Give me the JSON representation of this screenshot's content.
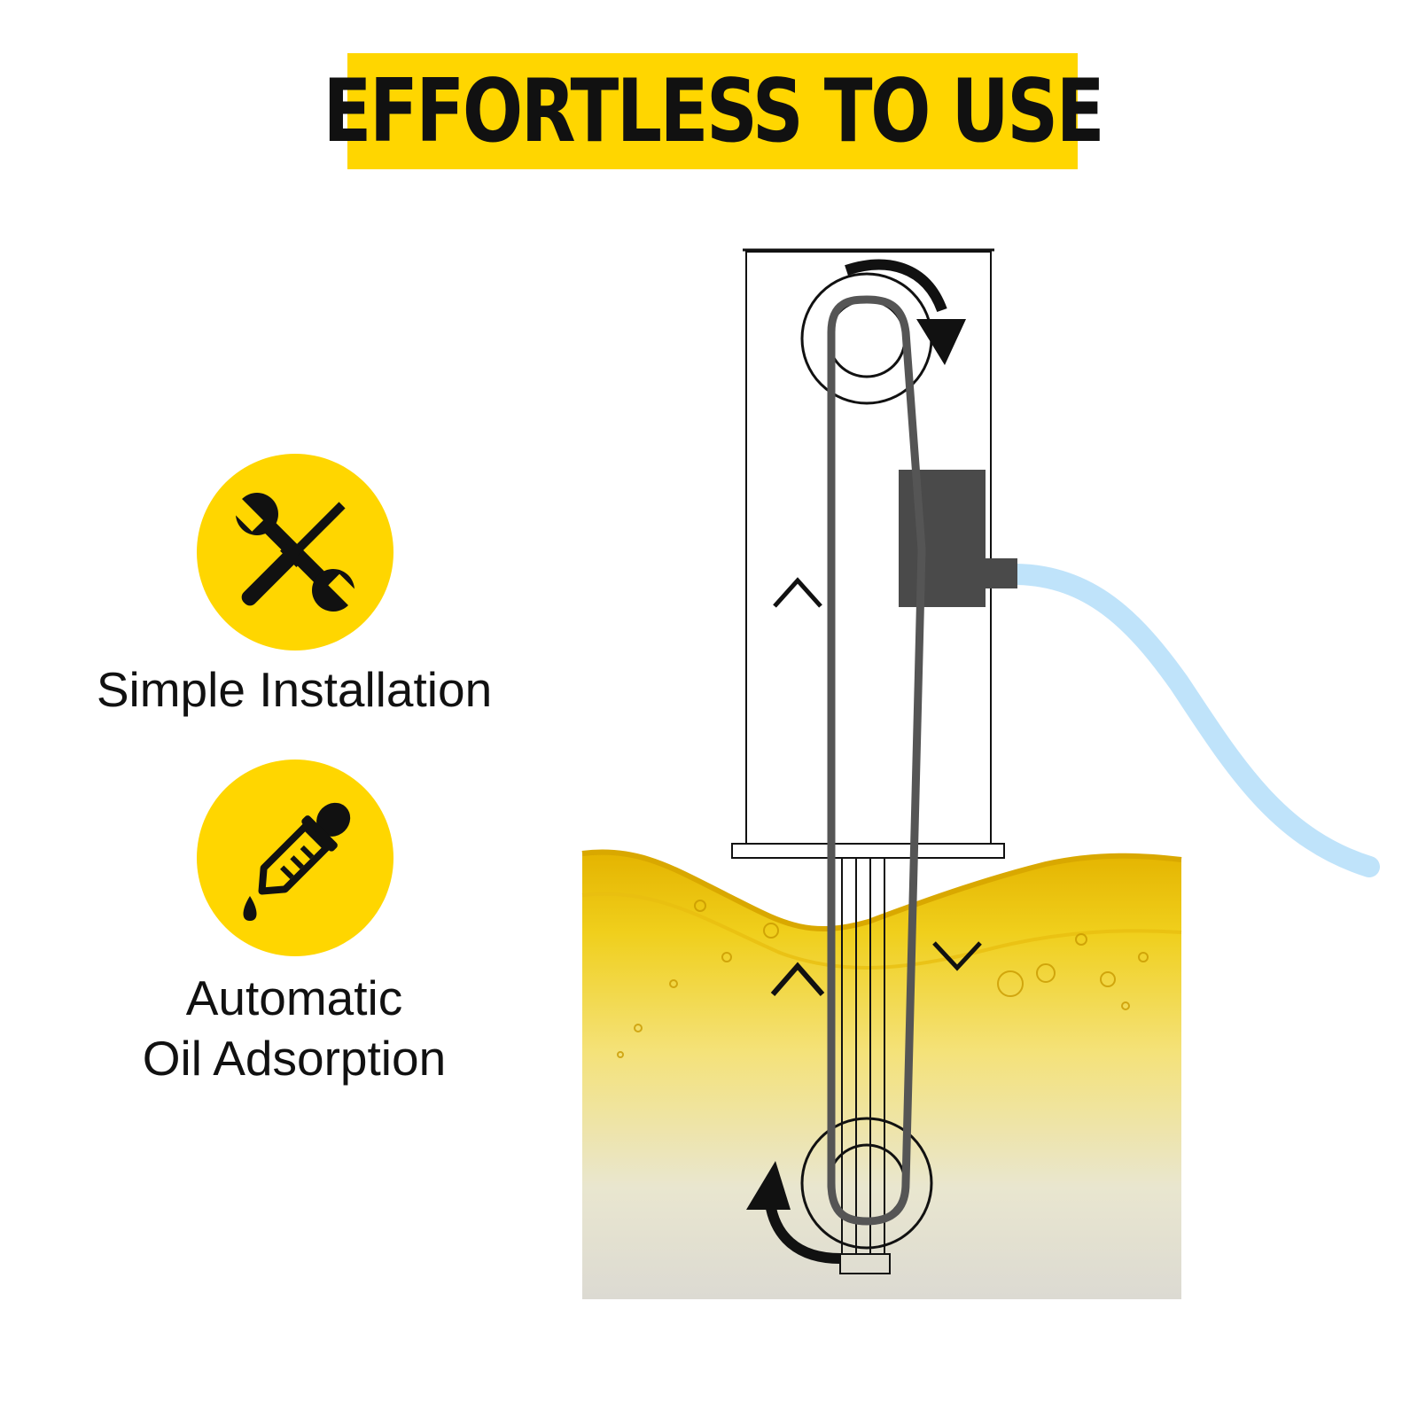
{
  "title": "EFFORTLESS TO USE",
  "features": [
    {
      "icon": "wrench-screwdriver-icon",
      "label": "Simple Installation"
    },
    {
      "icon": "dropper-icon",
      "label_lines": [
        "Automatic",
        "Oil Adsorption"
      ]
    }
  ],
  "colors": {
    "accent": "#FFD600",
    "oil": "#E6B800",
    "hose": "#BFE3FA",
    "belt": "#555555",
    "motor_block": "#4A4A4A"
  }
}
